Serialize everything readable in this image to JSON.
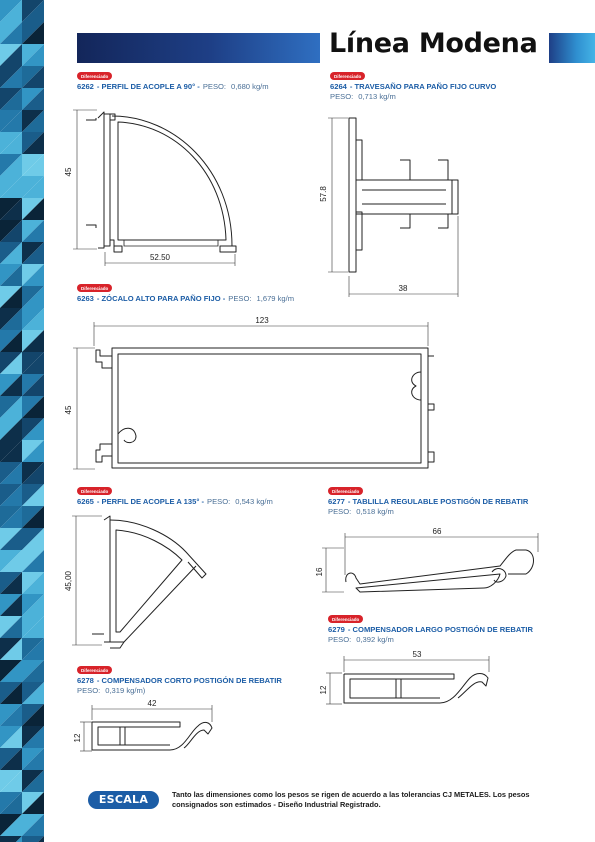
{
  "header": {
    "title": "Línea Modena"
  },
  "products": [
    {
      "badge": "Diferenciado",
      "code": "6262",
      "name": "PERFIL DE ACOPLE A 90°",
      "weight_label": "PESO:",
      "weight_value": "0,680 kg/m",
      "dims": [
        "45",
        "52.50"
      ]
    },
    {
      "badge": "Diferenciado",
      "code": "6264",
      "name": "TRAVESAÑO PARA PAÑO FIJO CURVO",
      "weight_label": "PESO:",
      "weight_value": "0,713 kg/m",
      "dims": [
        "57.8",
        "38"
      ]
    },
    {
      "badge": "Diferenciado",
      "code": "6263",
      "name": "ZÓCALO ALTO PARA PAÑO FIJO",
      "weight_label": "PESO:",
      "weight_value": "1,679 kg/m",
      "dims": [
        "123",
        "45"
      ]
    },
    {
      "badge": "Diferenciado",
      "code": "6265",
      "name": "PERFIL DE ACOPLE A 135°",
      "weight_label": "PESO:",
      "weight_value": "0,543 kg/m",
      "dims": [
        "45,00"
      ]
    },
    {
      "badge": "Diferenciado",
      "code": "6277",
      "name": "TABLILLA REGULABLE POSTIGÓN DE REBATIR",
      "weight_label": "PESO:",
      "weight_value": "0,518 kg/m",
      "dims": [
        "66",
        "16"
      ]
    },
    {
      "badge": "Diferenciado",
      "code": "6279",
      "name": "COMPENSADOR LARGO POSTIGÓN DE REBATIR",
      "weight_label": "PESO:",
      "weight_value": "0,392 kg/m",
      "dims": [
        "53",
        "12"
      ]
    },
    {
      "badge": "Diferenciado",
      "code": "6278",
      "name": "COMPENSADOR CORTO POSTIGÓN DE REBATIR",
      "weight_label": "PESO:",
      "weight_value": "0,319 kg/m)",
      "dims": [
        "42",
        "12"
      ]
    }
  ],
  "footer": {
    "scale": "ESCALA 1:1",
    "note": "Tanto las dimensiones como los pesos se rigen de acuerdo a las tolerancias CJ METALES. Los pesos consignados son estimados - Diseño Industrial Registrado."
  },
  "colors": {
    "accent_blue": "#1c5da6",
    "navy": "#13265a",
    "badge_red": "#d8232a"
  }
}
